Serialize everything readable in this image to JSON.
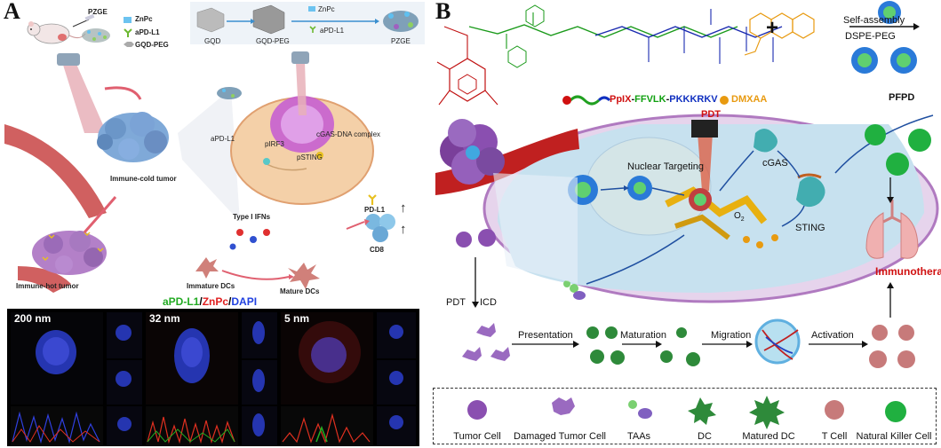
{
  "panel_a": {
    "letter": "A",
    "legend": {
      "pzge": "PZGE",
      "znpc": "ZnPc",
      "apdl1": "aPD-L1",
      "gqdpeg": "GQD-PEG"
    },
    "synthesis": {
      "gqd": "GQD",
      "gqdpeg": "GQD-PEG",
      "znpc": "ZnPc",
      "apdl1": "aPD-L1",
      "pzge": "PZGE"
    },
    "labels": {
      "cold_tumor": "Immune-cold tumor",
      "hot_tumor": "Immune-hot tumor",
      "cgas_complex": "cGAS-DNA complex",
      "apdl1_cell": "aPD-L1",
      "pirf3": "pIRF3",
      "psting": "pSTING",
      "type1_ifns": "Type I IFNs",
      "pdl1": "PD-L1",
      "cd8": "CD8",
      "immature_dcs": "Immature DCs",
      "mature_dcs": "Mature DCs",
      "arrow_up": "↑"
    },
    "stain_title": {
      "part1": "aPD-L1",
      "sep1": "/",
      "part2": "ZnPc",
      "sep2": "/",
      "part3": "DAPI"
    },
    "micro_labels": [
      "200 nm",
      "32 nm",
      "5 nm"
    ]
  },
  "panel_b": {
    "letter": "B",
    "plus": "+",
    "self_assembly": "Self-assembly",
    "dspe_peg": "DSPE-PEG",
    "pfpd": "PFPD",
    "peptide": {
      "p1": "PpIX",
      "dash1": "-",
      "p2": "FFVLK",
      "dash2": "-",
      "p3": "PKKKRKV"
    },
    "dmxaa": "DMXAA",
    "pdt_top": "PDT",
    "nuclear_targeting": "Nuclear Targeting",
    "cgas": "cGAS",
    "sting": "STING",
    "o2": "O",
    "o2_sub": "2",
    "immunotherapy": "Immunotherapy",
    "pdt": "PDT",
    "icd": "ICD",
    "steps": {
      "presentation": "Presentation",
      "maturation": "Maturation",
      "migration": "Migration",
      "activation": "Activation"
    },
    "legend": [
      "Tumor Cell",
      "Damaged Tumor Cell",
      "TAAs",
      "DC",
      "Matured DC",
      "T Cell",
      "Natural Killer Cell"
    ]
  },
  "colors": {
    "stain_green": "#22aa22",
    "stain_red": "#e02020",
    "stain_blue": "#2040e0",
    "peptide_red": "#d01010",
    "peptide_green": "#10a010",
    "peptide_blue": "#1030c0",
    "dmxaa": "#e89a10",
    "immuno_red": "#d01010",
    "tumor_purple": "#8a4fb0",
    "dc_green": "#2e8a3a",
    "tcell_pink": "#c77a7a",
    "nk_green": "#20b040"
  }
}
